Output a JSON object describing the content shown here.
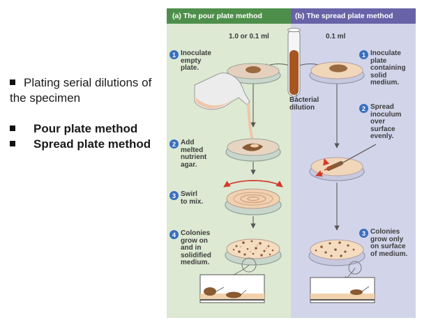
{
  "bullets": {
    "item1": "Plating serial dilutions of the specimen",
    "item2": "Pour plate method",
    "item3": "Spread plate method"
  },
  "figure": {
    "panel_a_title": "(a) The pour plate method",
    "panel_b_title": "(b) The spread plate method",
    "volume_a": "1.0 or 0.1 ml",
    "volume_b": "0.1 ml",
    "tube_label": "Bacterial\ndilution",
    "steps_a": [
      {
        "num": "1",
        "text": "Inoculate\nempty\nplate."
      },
      {
        "num": "2",
        "text": "Add\nmelted\nnutrient\nagar."
      },
      {
        "num": "3",
        "text": "Swirl\nto mix."
      },
      {
        "num": "4",
        "text": "Colonies\ngrow on\nand in\nsolidified\nmedium."
      }
    ],
    "steps_b": [
      {
        "num": "1",
        "text": "Inoculate\nplate\ncontaining\nsolid\nmedium."
      },
      {
        "num": "2",
        "text": "Spread\ninoculum\nover\nsurface\nevenly."
      },
      {
        "num": "3",
        "text": "Colonies\ngrow only\non surface\nof medium."
      }
    ],
    "colors": {
      "panel_a_bg": "#dde9d3",
      "panel_b_bg": "#d2d4ea",
      "panel_a_header": "#4d8f4a",
      "panel_b_header": "#6863a8",
      "step_badge": "#3a6fc0",
      "agar": "#f0d2ad",
      "colony": "#8a5a32"
    }
  }
}
